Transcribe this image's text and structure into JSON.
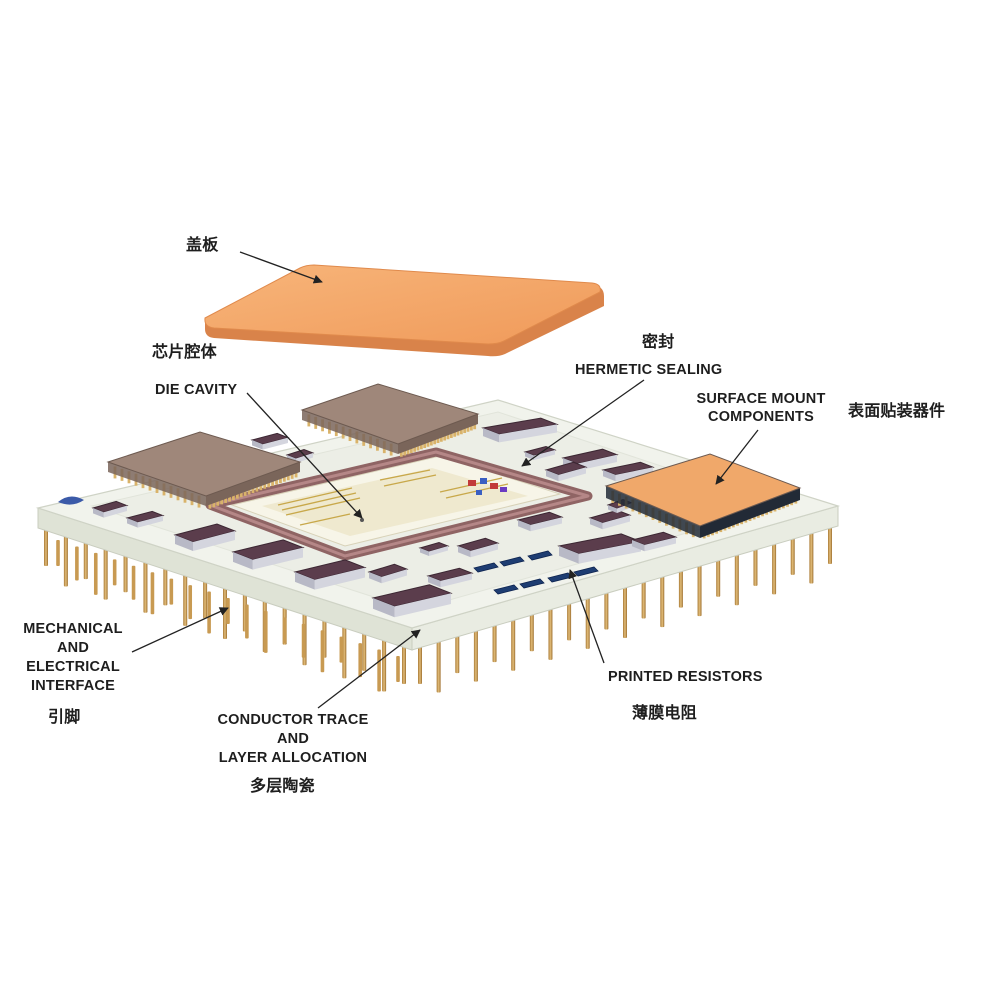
{
  "labels": {
    "cover_zh": "盖板",
    "die_cavity_zh": "芯片腔体",
    "die_cavity_en": "DIE CAVITY",
    "hermetic_zh": "密封",
    "hermetic_en": "HERMETIC SEALING",
    "smc_en_1": "SURFACE MOUNT",
    "smc_en_2": "COMPONENTS",
    "smc_zh": "表面贴装器件",
    "mech_en_1": "MECHANICAL",
    "mech_en_2": "AND",
    "mech_en_3": "ELECTRICAL",
    "mech_en_4": "INTERFACE",
    "pins_zh": "引脚",
    "cond_en_1": "CONDUCTOR TRACE",
    "cond_en_2": "AND",
    "cond_en_3": "LAYER ALLOCATION",
    "cond_zh": "多层陶瓷",
    "resist_en": "PRINTED RESISTORS",
    "resist_zh": "薄膜电阻"
  },
  "colors": {
    "cover": "#f4a768",
    "substrate": "#f1f3ec",
    "pins": "#c89a52",
    "qfp_body": "#9f877a",
    "smd_chip": "#5b3d4c",
    "seal_ring": "#9b6f6e",
    "resistor": "#1e3d72",
    "arrow": "#222222"
  },
  "icons": [
    "cover-plate-icon",
    "ceramic-substrate-icon",
    "qfp-chip-icon",
    "smd-component-icon",
    "seal-ring-icon",
    "resistor-icon",
    "pin-icon"
  ]
}
